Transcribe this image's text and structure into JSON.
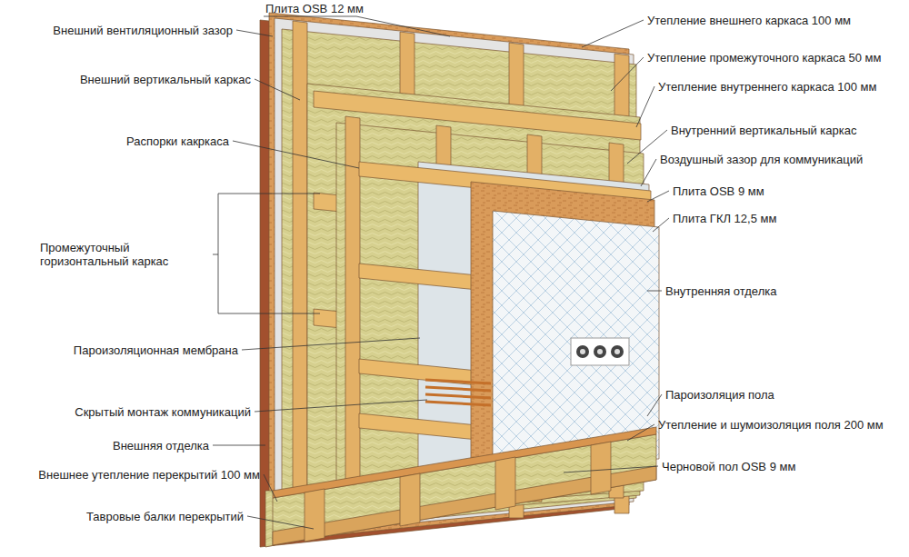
{
  "diagram": {
    "labels": [
      "Внешний вентиляционный зазор",
      "Внешний вертикальный каркас",
      "Распорки какркаса",
      "Промежуточный горизонтальный каркас",
      "Пароизоляционная мембрана",
      "Скрытый монтаж коммуникаций",
      "Внешняя отделка",
      "Внешнее утепление перекрытий 100 мм",
      "Тавровые балки перекрытий",
      "Плита OSB 12 мм",
      "Утепление внешнего каркаса 100 мм",
      "Утепление промежуточного каркаса 50 мм",
      "Утепление внутреннего каркаса 100 мм",
      "Внутренний вертикальный каркас",
      "Воздушный зазор для коммуникаций",
      "Плита OSB 9 мм",
      "Плита ГКЛ 12,5 мм",
      "Внутренняя отделка",
      "Пароизоляция пола",
      "Утепление и шумоизоляция поля 200 мм",
      "Черновой пол OSB 9 мм"
    ]
  }
}
